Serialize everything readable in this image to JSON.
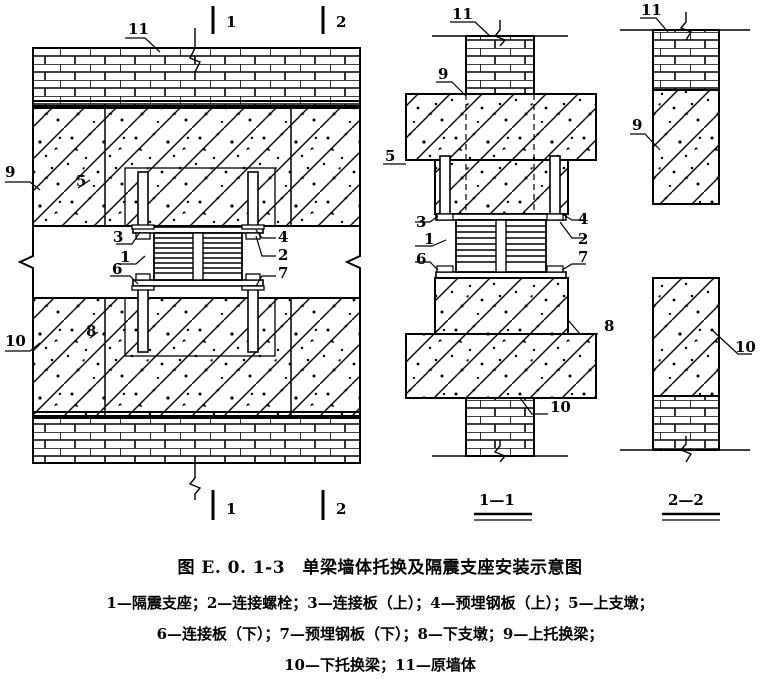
{
  "figure": {
    "caption": "图 E. 0. 1-3　单梁墙体托换及隔震支座安装示意图",
    "legend_lines": [
      "1—隔震支座；2—连接螺栓；3—连接板（上）；4—预埋钢板（上）；5—上支墩；",
      "6—连接板（下）；7—预埋钢板（下）；8—下支墩；9—上托换梁；",
      "10—下托换梁；11—原墙体"
    ]
  },
  "section_marks": {
    "cut1": "1",
    "cut2": "2",
    "title_1_1": "1—1",
    "title_2_2": "2—2"
  },
  "labels": {
    "n1": "1",
    "n2": "2",
    "n3": "3",
    "n4": "4",
    "n5": "5",
    "n6": "6",
    "n7": "7",
    "n8": "8",
    "n9": "9",
    "n10": "10",
    "n11": "11"
  },
  "hatch_colors": {
    "line": "#000000",
    "fill": "#ffffff"
  }
}
